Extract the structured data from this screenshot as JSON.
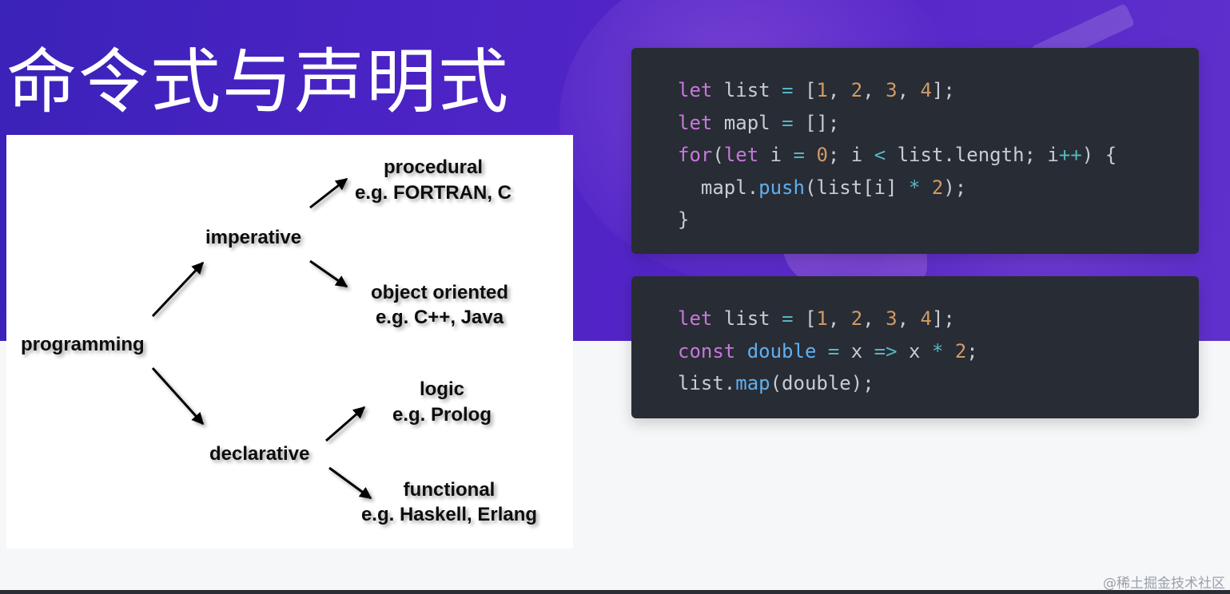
{
  "title": "命令式与声明式",
  "diagram": {
    "root": "programming",
    "imperative": "imperative",
    "declarative": "declarative",
    "procedural": "procedural",
    "procedural_eg": "e.g. FORTRAN, C",
    "object_oriented": "object oriented",
    "object_oriented_eg": "e.g. C++, Java",
    "logic": "logic",
    "logic_eg": "e.g. Prolog",
    "functional": "functional",
    "functional_eg": "e.g. Haskell, Erlang"
  },
  "code_blocks": [
    {
      "lines": [
        [
          [
            "kw",
            "let"
          ],
          [
            "tx",
            " list "
          ],
          [
            "op",
            "="
          ],
          [
            "tx",
            " ["
          ],
          [
            "num",
            "1"
          ],
          [
            "tx",
            ", "
          ],
          [
            "num",
            "2"
          ],
          [
            "tx",
            ", "
          ],
          [
            "num",
            "3"
          ],
          [
            "tx",
            ", "
          ],
          [
            "num",
            "4"
          ],
          [
            "tx",
            "];"
          ]
        ],
        [
          [
            "kw",
            "let"
          ],
          [
            "tx",
            " mapl "
          ],
          [
            "op",
            "="
          ],
          [
            "tx",
            " [];"
          ]
        ],
        [
          [
            "kw",
            "for"
          ],
          [
            "tx",
            "("
          ],
          [
            "kw",
            "let"
          ],
          [
            "tx",
            " i "
          ],
          [
            "op",
            "="
          ],
          [
            "tx",
            " "
          ],
          [
            "num",
            "0"
          ],
          [
            "tx",
            "; i "
          ],
          [
            "op",
            "<"
          ],
          [
            "tx",
            " list.length; i"
          ],
          [
            "op",
            "++"
          ],
          [
            "tx",
            ") {"
          ]
        ],
        [
          [
            "tx",
            "  mapl."
          ],
          [
            "fn",
            "push"
          ],
          [
            "tx",
            "(list[i] "
          ],
          [
            "op",
            "*"
          ],
          [
            "tx",
            " "
          ],
          [
            "num",
            "2"
          ],
          [
            "tx",
            ");"
          ]
        ],
        [
          [
            "tx",
            "}"
          ]
        ]
      ]
    },
    {
      "lines": [
        [
          [
            "kw",
            "let"
          ],
          [
            "tx",
            " list "
          ],
          [
            "op",
            "="
          ],
          [
            "tx",
            " ["
          ],
          [
            "num",
            "1"
          ],
          [
            "tx",
            ", "
          ],
          [
            "num",
            "2"
          ],
          [
            "tx",
            ", "
          ],
          [
            "num",
            "3"
          ],
          [
            "tx",
            ", "
          ],
          [
            "num",
            "4"
          ],
          [
            "tx",
            "];"
          ]
        ],
        [
          [
            "kw",
            "const"
          ],
          [
            "tx",
            " "
          ],
          [
            "fn",
            "double"
          ],
          [
            "tx",
            " "
          ],
          [
            "op",
            "="
          ],
          [
            "tx",
            " x "
          ],
          [
            "op",
            "=>"
          ],
          [
            "tx",
            " x "
          ],
          [
            "op",
            "*"
          ],
          [
            "tx",
            " "
          ],
          [
            "num",
            "2"
          ],
          [
            "tx",
            ";"
          ]
        ],
        [
          [
            "tx",
            "list."
          ],
          [
            "fn",
            "map"
          ],
          [
            "tx",
            "(double);"
          ]
        ]
      ]
    }
  ],
  "watermark": "@稀土掘金技术社区",
  "colors": {
    "keyword": "#c678dd",
    "operator": "#56b6c2",
    "number": "#d19a66",
    "function": "#61afef",
    "text": "#c8ccd4",
    "code_bg": "#282c34",
    "hero_bg": "#4a23c4"
  }
}
